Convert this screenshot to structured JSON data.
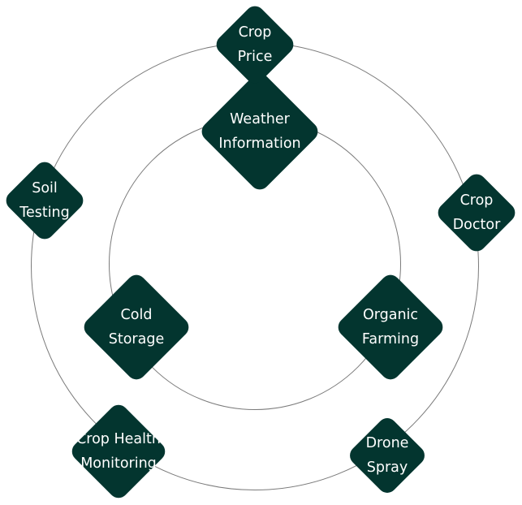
{
  "diagram": {
    "theme": {
      "node_color": "#03352f",
      "ring_color": "#7a7a7a",
      "text_color": "#ffffff",
      "background": "#ffffff"
    },
    "nodes": {
      "crop_price": {
        "line1": "Crop",
        "line2": "Price"
      },
      "weather_information": {
        "line1": "Weather",
        "line2": "Information"
      },
      "soil_testing": {
        "line1": "Soil",
        "line2": "Testing"
      },
      "crop_doctor": {
        "line1": "Crop",
        "line2": "Doctor"
      },
      "cold_storage": {
        "line1": "Cold",
        "line2": "Storage"
      },
      "organic_farming": {
        "line1": "Organic",
        "line2": "Farming"
      },
      "crop_health_monitoring": {
        "line1": "Crop Health",
        "line2": "Monitoring"
      },
      "drone_spray": {
        "line1": "Drone",
        "line2": "Spray"
      }
    }
  }
}
